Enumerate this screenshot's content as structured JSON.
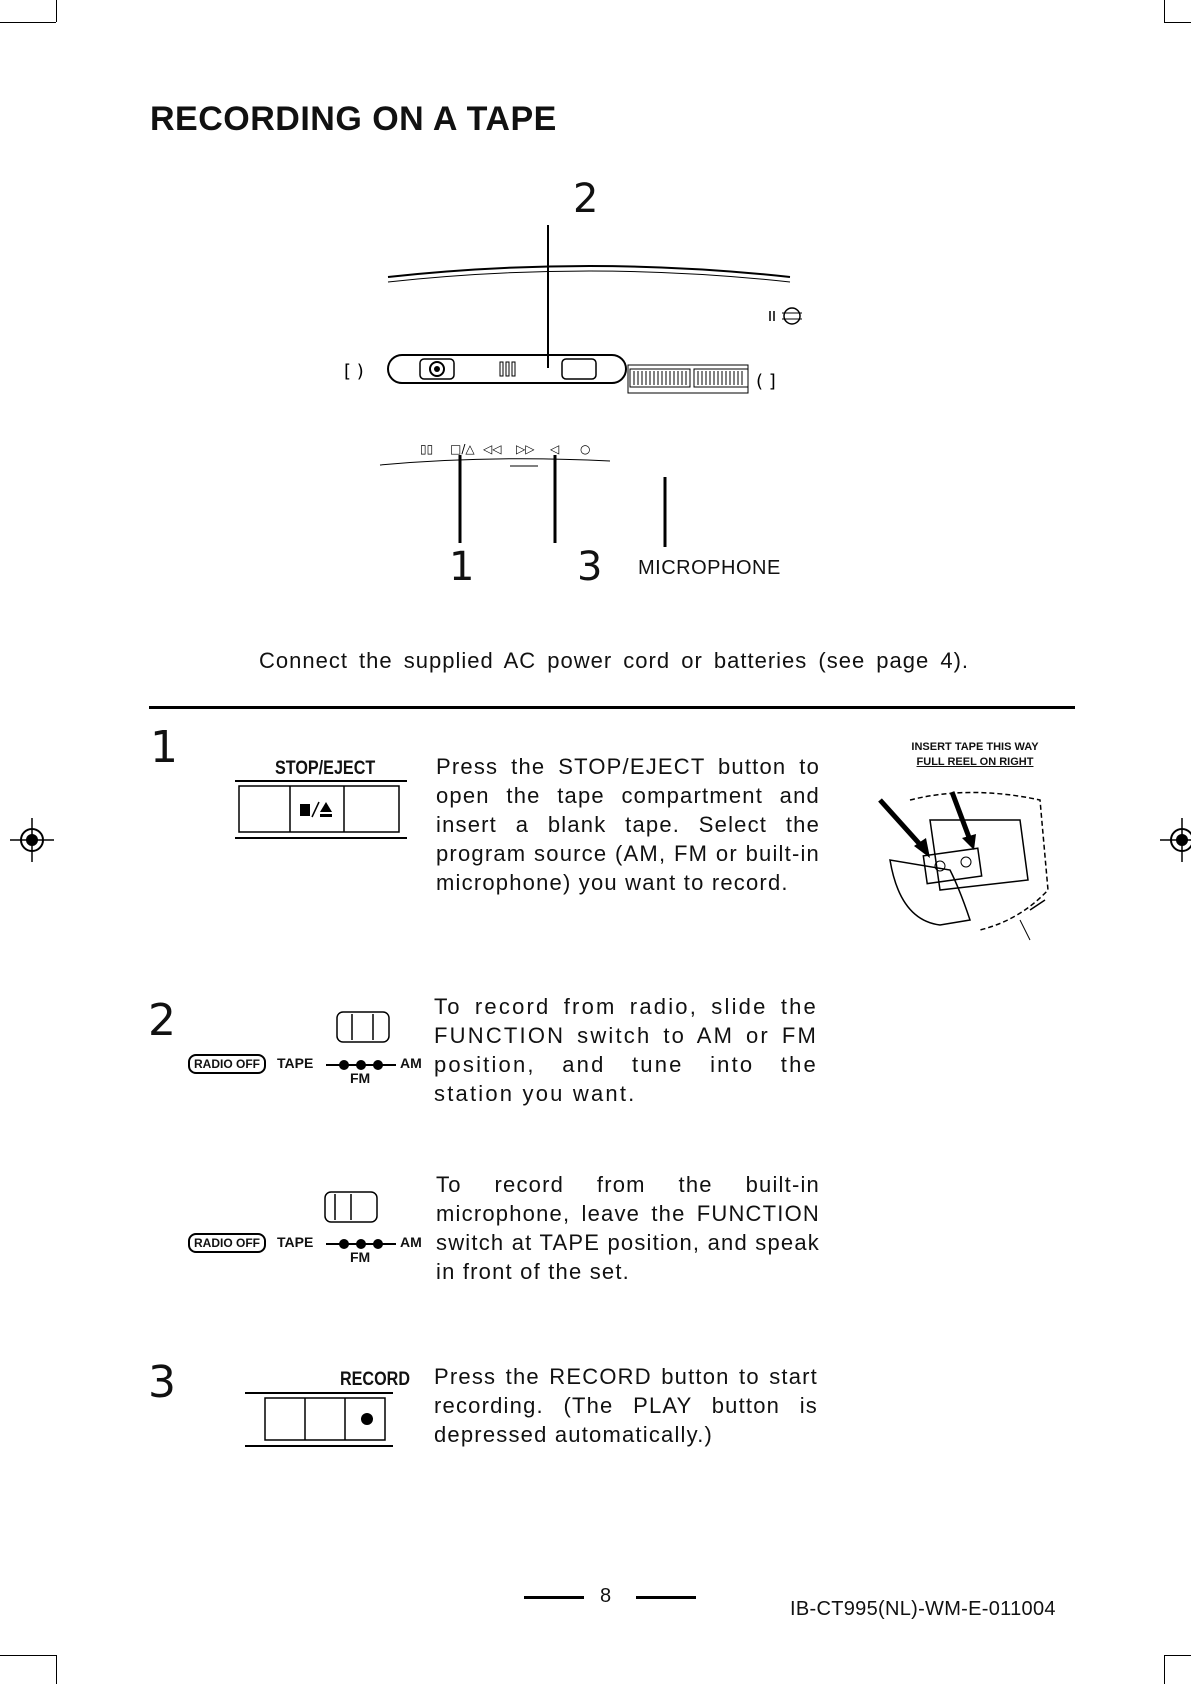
{
  "title": "RECORDING ON A TAPE",
  "diagram": {
    "callouts": [
      "2",
      "1",
      "3"
    ],
    "microphone_label": "MICROPHONE"
  },
  "intro": "Connect the supplied AC power cord or batteries (see page 4).",
  "steps": [
    {
      "number": "1",
      "button_label": "STOP/EJECT",
      "text": "Press the STOP/EJECT button to open the tape compartment and insert a blank tape. Select the program source (AM, FM or built-in microphone) you want to record.",
      "insert_note_line1": "INSERT TAPE THIS WAY",
      "insert_note_line2": "FULL REEL ON RIGHT"
    },
    {
      "number": "2",
      "switch_labels": {
        "radio_off": "RADIO OFF",
        "tape": "TAPE",
        "am": "AM",
        "fm": "FM"
      },
      "text_radio": "To record from radio, slide the FUNCTION switch to AM or FM position, and tune into the station you want.",
      "text_mic": "To record from the built-in microphone, leave the FUNCTION switch at TAPE position, and speak in front of the set."
    },
    {
      "number": "3",
      "button_label": "RECORD",
      "text": "Press the RECORD button to start recording. (The PLAY button is depressed automatically.)"
    }
  ],
  "footer": {
    "page_number": "8",
    "doc_id": "IB-CT995(NL)-WM-E-011004"
  }
}
